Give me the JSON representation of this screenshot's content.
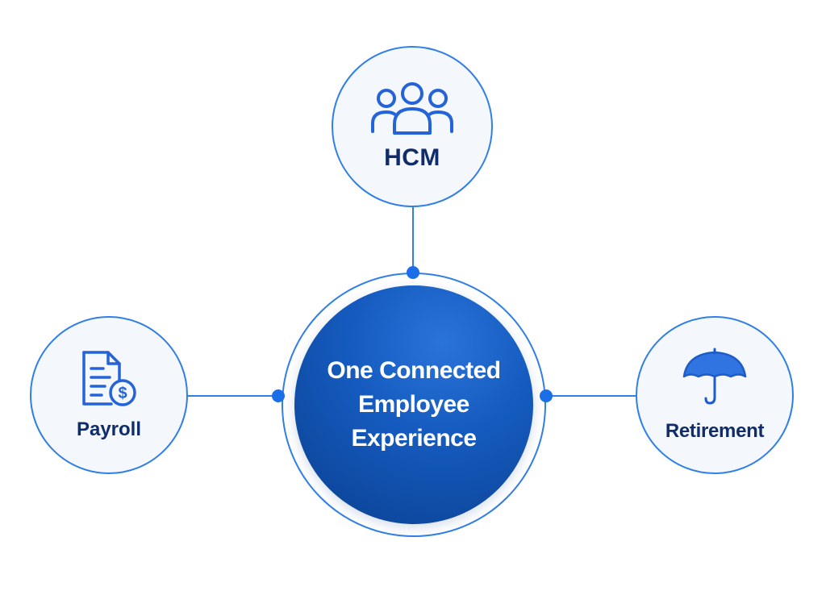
{
  "diagram": {
    "center": {
      "label": "One Connected Employee Experience",
      "fill": "#155bbf"
    },
    "nodes": [
      {
        "id": "hcm",
        "label": "HCM",
        "icon": "people-group-icon"
      },
      {
        "id": "payroll",
        "label": "Payroll",
        "icon": "payroll-document-icon"
      },
      {
        "id": "retirement",
        "label": "Retirement",
        "icon": "umbrella-icon"
      }
    ],
    "colors": {
      "accent": "#2f7fe6",
      "node_text": "#0f2d6b",
      "node_fill": "#f4f7fc",
      "connector": "#2f7fe6",
      "dot": "#1a6fe8"
    }
  }
}
